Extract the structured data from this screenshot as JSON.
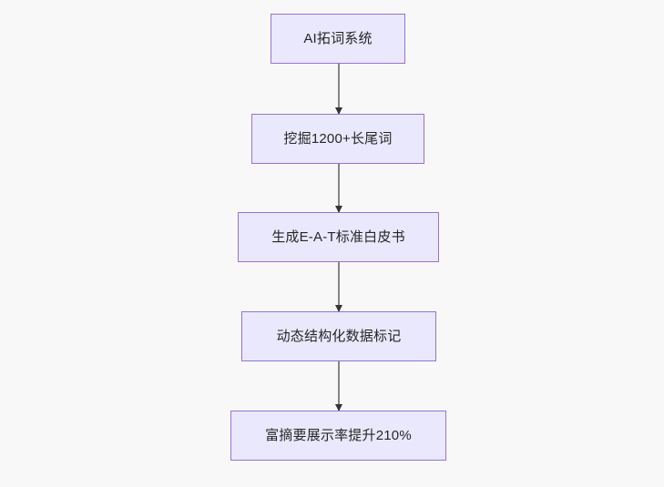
{
  "diagram": {
    "type": "flowchart",
    "direction": "top-to-bottom",
    "background_color": "#f8f8f8",
    "node_fill_color": "#eae8fd",
    "node_border_color": "#9673d3",
    "node_text_color": "#262626",
    "edge_color": "#85858a",
    "arrowhead_color": "#333338",
    "nodes": [
      {
        "id": "n1",
        "label": "AI拓词系统"
      },
      {
        "id": "n2",
        "label": "挖掘1200+长尾词"
      },
      {
        "id": "n3",
        "label": "生成E-A-T标准白皮书"
      },
      {
        "id": "n4",
        "label": "动态结构化数据标记"
      },
      {
        "id": "n5",
        "label": "富摘要展示率提升210%"
      }
    ],
    "edges": [
      {
        "from": "n1",
        "to": "n2",
        "label": ""
      },
      {
        "from": "n2",
        "to": "n3",
        "label": ""
      },
      {
        "from": "n3",
        "to": "n4",
        "label": ""
      },
      {
        "from": "n4",
        "to": "n5",
        "label": ""
      }
    ]
  }
}
